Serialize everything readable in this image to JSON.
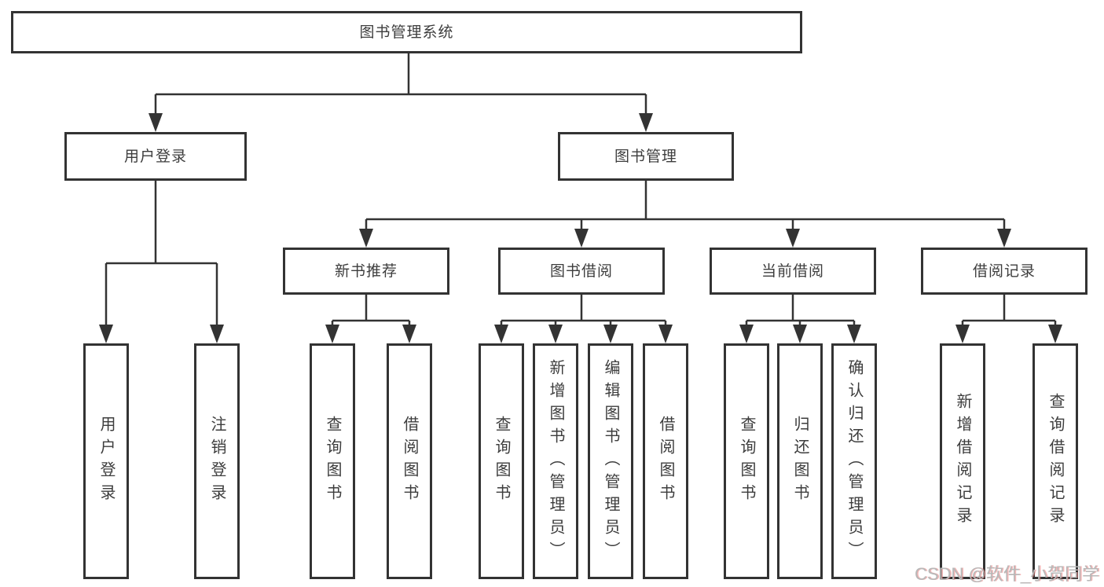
{
  "diagram": {
    "root": {
      "label": "图书管理系统"
    },
    "level2": [
      {
        "label": "用户登录"
      },
      {
        "label": "图书管理"
      }
    ],
    "level3": [
      {
        "label": "新书推荐",
        "parent": "图书管理"
      },
      {
        "label": "图书借阅",
        "parent": "图书管理"
      },
      {
        "label": "当前借阅",
        "parent": "图书管理"
      },
      {
        "label": "借阅记录",
        "parent": "图书管理"
      }
    ],
    "leaves": [
      {
        "label": "用户登录",
        "parent": "用户登录"
      },
      {
        "label": "注销登录",
        "parent": "用户登录"
      },
      {
        "label": "查询图书",
        "parent": "新书推荐"
      },
      {
        "label": "借阅图书",
        "parent": "新书推荐"
      },
      {
        "label": "查询图书",
        "parent": "图书借阅"
      },
      {
        "label": "新增图书（管理员）",
        "parent": "图书借阅"
      },
      {
        "label": "编辑图书（管理员）",
        "parent": "图书借阅"
      },
      {
        "label": "借阅图书",
        "parent": "图书借阅"
      },
      {
        "label": "查询图书",
        "parent": "当前借阅"
      },
      {
        "label": "归还图书",
        "parent": "当前借阅"
      },
      {
        "label": "确认归还（管理员）",
        "parent": "当前借阅"
      },
      {
        "label": "新增借阅记录",
        "parent": "借阅记录"
      },
      {
        "label": "查询借阅记录",
        "parent": "借阅记录"
      }
    ]
  },
  "watermark": {
    "text": "CSDN @软件_小贺同学"
  },
  "colors": {
    "line": "#333333",
    "text": "#3d3d3d",
    "background": "#ffffff",
    "watermark": "#b8b8b8",
    "watermark_shadow": "#e77878"
  }
}
